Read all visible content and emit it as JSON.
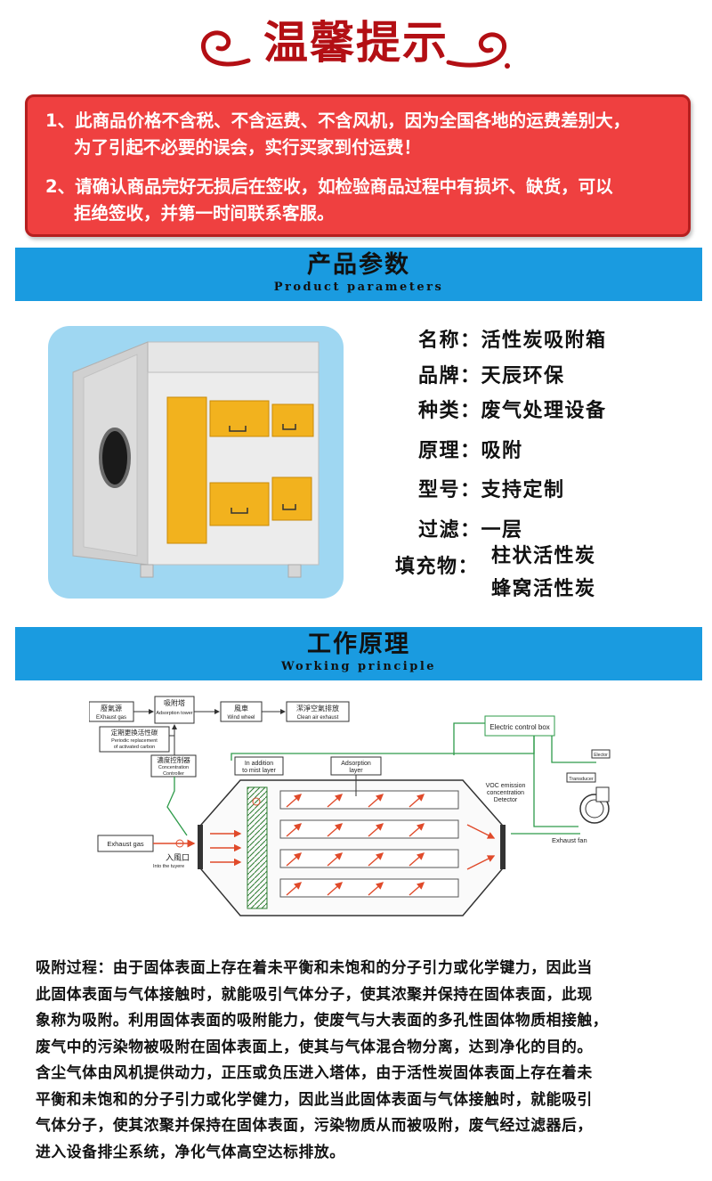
{
  "hero": {
    "title": "温馨提示"
  },
  "notice": {
    "items": [
      {
        "line1": "1、此商品价格不含税、不含运费、不含风机，因为全国各地的运费差别大，",
        "line2": "为了引起不必要的误会，实行买家到付运费！"
      },
      {
        "line1": "2、请确认商品完好无损后在签收，如检验商品过程中有损坏、缺货，可以",
        "line2": "拒绝签收，并第一时间联系客服。"
      }
    ],
    "colors": {
      "background": "#ef4040",
      "border": "#b51f1f",
      "text": "#ffffff"
    }
  },
  "section_params": {
    "title_cn": "产品参数",
    "title_en": "Product parameters",
    "color": "#1a9be0"
  },
  "specs": [
    {
      "key": "名称：",
      "value": "活性炭吸附箱"
    },
    {
      "key": "品牌：",
      "value": "天辰环保"
    },
    {
      "key": "种类：",
      "value": "废气处理设备"
    },
    {
      "key": "原理：",
      "value": "吸附"
    },
    {
      "key": "型号：",
      "value": "支持定制"
    },
    {
      "key": "过滤：",
      "value": "一层"
    },
    {
      "key": "填充物：",
      "value": "柱状活性炭",
      "value2": "蜂窝活性炭"
    }
  ],
  "section_principle": {
    "title_cn": "工作原理",
    "title_en": "Working principle",
    "color": "#1a9be0"
  },
  "diagram": {
    "flow_boxes": [
      {
        "cn": "廢氣源",
        "en": "EXhaust gas"
      },
      {
        "cn": "吸附塔",
        "en": "Adsorption tower"
      },
      {
        "cn": "風車",
        "en": "Wind wheel"
      },
      {
        "cn": "潔淨空氣排放",
        "en": "Clean air exhaust"
      }
    ],
    "periodic": {
      "cn": "定期更換活性碳",
      "en1": "Periodic replacement",
      "en2": "of activated carbon"
    },
    "controller": {
      "cn": "濃度控制器",
      "en1": "Concentration",
      "en2": "Controller"
    },
    "mist": {
      "line1": "In addition",
      "line2": "to mist layer"
    },
    "adsorption": {
      "line1": "Adsorption",
      "line2": "layer"
    },
    "voc": {
      "line1": "VOC emission",
      "line2": "concentration",
      "line3": "Detector"
    },
    "electric": "Electric control box",
    "motor": "Elector",
    "transducer": "Transducer",
    "exhaust_fan": "Exhaust fan",
    "exhaust_gas": "Exhaust gas",
    "inlet_cn": "入風口",
    "inlet_en": "Into the tuyere"
  },
  "description": {
    "lines": [
      "吸附过程：由于固体表面上存在着未平衡和未饱和的分子引力或化学键力，因此当",
      "此固体表面与气体接触时，就能吸引气体分子，使其浓聚并保持在固体表面，此现",
      "象称为吸附。利用固体表面的吸附能力，使废气与大表面的多孔性固体物质相接触，",
      "废气中的污染物被吸附在固体表面上，使其与气体混合物分离，达到净化的目的。",
      "含尘气体由风机提供动力，正压或负压进入塔体，由于活性炭固体表面上存在着未",
      "平衡和未饱和的分子引力或化学健力，因此当此固体表面与气体接触时，就能吸引",
      "气体分子，使其浓聚并保持在固体表面，污染物质从而被吸附，废气经过滤器后，",
      "进入设备排尘系统，净化气体高空达标排放。"
    ]
  }
}
